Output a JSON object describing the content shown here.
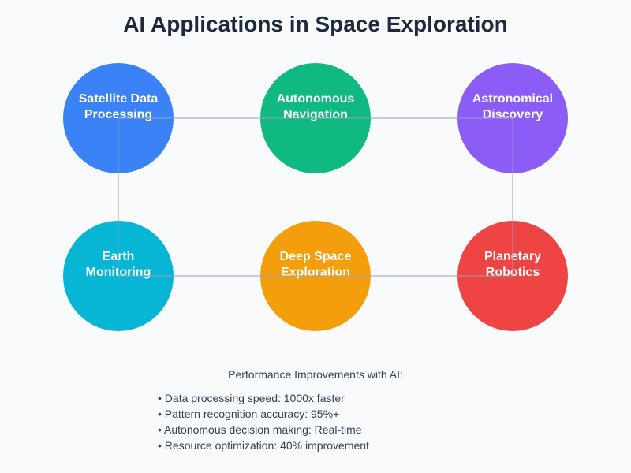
{
  "title": "AI Applications in Space Exploration",
  "nodes": [
    {
      "id": "satellite-data-processing",
      "lines": [
        "Satellite Data",
        "Processing"
      ],
      "color": "#3b82f6",
      "row": 0,
      "col": 0
    },
    {
      "id": "autonomous-navigation",
      "lines": [
        "Autonomous",
        "Navigation"
      ],
      "color": "#10b981",
      "row": 0,
      "col": 1
    },
    {
      "id": "astronomical-discovery",
      "lines": [
        "Astronomical",
        "Discovery"
      ],
      "color": "#8b5cf6",
      "row": 0,
      "col": 2
    },
    {
      "id": "earth-monitoring",
      "lines": [
        "Earth",
        "Monitoring"
      ],
      "color": "#06b6d4",
      "row": 1,
      "col": 0
    },
    {
      "id": "deep-space-exploration",
      "lines": [
        "Deep Space",
        "Exploration"
      ],
      "color": "#f59e0b",
      "row": 1,
      "col": 1
    },
    {
      "id": "planetary-robotics",
      "lines": [
        "Planetary",
        "Robotics"
      ],
      "color": "#ef4444",
      "row": 1,
      "col": 2
    }
  ],
  "connections": [
    [
      "satellite-data-processing",
      "astronomical-discovery"
    ],
    [
      "earth-monitoring",
      "planetary-robotics"
    ],
    [
      "satellite-data-processing",
      "earth-monitoring"
    ],
    [
      "astronomical-discovery",
      "planetary-robotics"
    ]
  ],
  "performance": {
    "heading": "Performance Improvements with AI:",
    "items": [
      "• Data processing speed: 1000x faster",
      "• Pattern recognition accuracy: 95%+",
      "• Autonomous decision making: Real-time",
      "• Resource optimization: 40% improvement"
    ]
  }
}
